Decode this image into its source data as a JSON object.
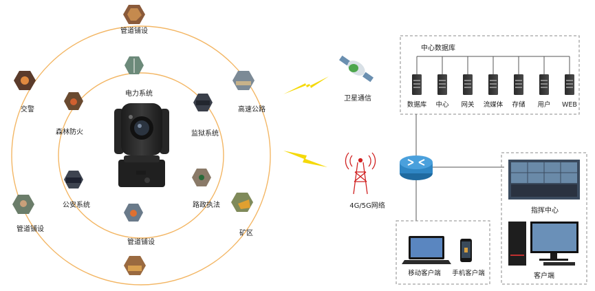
{
  "outer_ring": {
    "top": "管道铺设",
    "left_top": "交警",
    "right_top": "高速公路",
    "left_bottom": "管道铺设",
    "right_bottom": "矿区"
  },
  "inner_ring": {
    "top": "电力系统",
    "left_top": "森林防火",
    "right_top": "监狱系统",
    "left_bottom": "公安系统",
    "right_bottom": "路政执法",
    "bottom": "管道铺设"
  },
  "links": {
    "satellite": "卫星通信",
    "cellular": "4G/5G网络"
  },
  "datacenter": {
    "title": "中心数据库",
    "servers": [
      "数据库",
      "中心",
      "网关",
      "流媒体",
      "存储",
      "用户",
      "WEB"
    ]
  },
  "command": {
    "center": "指挥中心",
    "client": "客户端"
  },
  "mobile": {
    "mobile_client": "移动客户端",
    "phone_client": "手机客户端"
  },
  "colors": {
    "ring": "#f3b664",
    "lightning": "#f5d90a",
    "dash": "#8a8a8a",
    "router": "#2f86c4"
  }
}
